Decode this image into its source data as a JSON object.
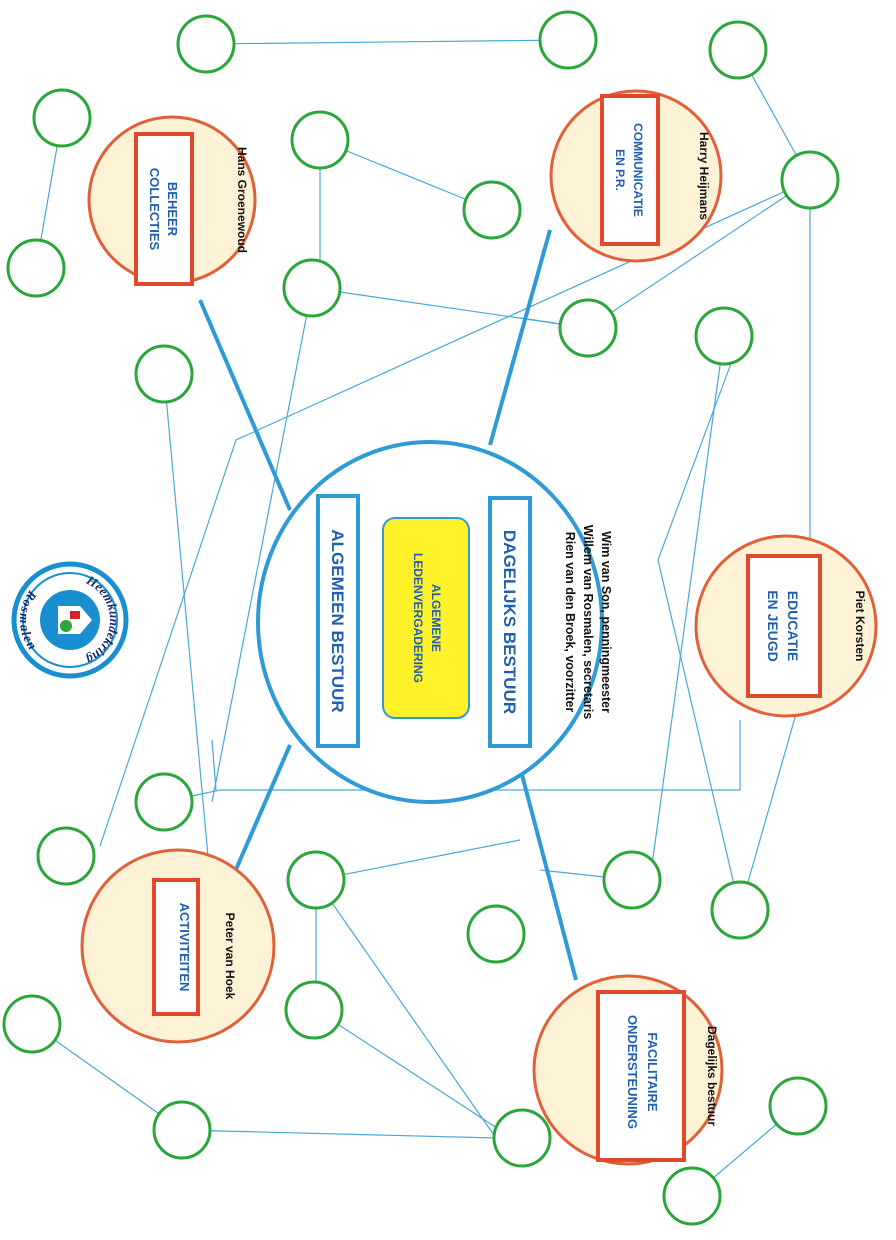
{
  "logo": {
    "arc_top": "Heemkundekring",
    "arc_bottom": "Rosmalen"
  },
  "center": {
    "algemeen_bestuur": "ALGEMEEN BESTUUR",
    "alv_line1": "ALGEMENE",
    "alv_line2": "LEDENVERGADERING",
    "dagelijks_bestuur": "DAGELIJKS BESTUUR",
    "members": [
      "Rien van den Broek, voorzitter",
      "Willem van Rosmalen, secretaris",
      "Wim van Son, penningmeester"
    ]
  },
  "departments": {
    "beheer": {
      "line1": "BEHEER",
      "line2": "COLLECTIES",
      "person": "Hans Groenewoud"
    },
    "communicatie": {
      "line1": "COMMUNICATIE",
      "line2": "EN P.R.",
      "person": "Harry Heijmans"
    },
    "educatie": {
      "line1": "EDUCATIE",
      "line2": "EN JEUGD",
      "person": "Piet Korsten"
    },
    "activiteiten": {
      "line1": "ACTIVITEITEN",
      "person": "Peter van Hoek"
    },
    "facilitaire": {
      "line1": "FACILITAIRE",
      "line2": "ONDERSTEUNING",
      "person": "Dagelijks bestuur"
    }
  },
  "colors": {
    "line": "#2e9bd6",
    "thin_line": "#4aa8d8",
    "green": "#2aa63a",
    "dept_fill": "#fdf2d6",
    "dept_border": "#e0603a",
    "box_border": "#e04a2a",
    "title_blue": "#1f5fae",
    "alv_fill": "#fff12a"
  }
}
